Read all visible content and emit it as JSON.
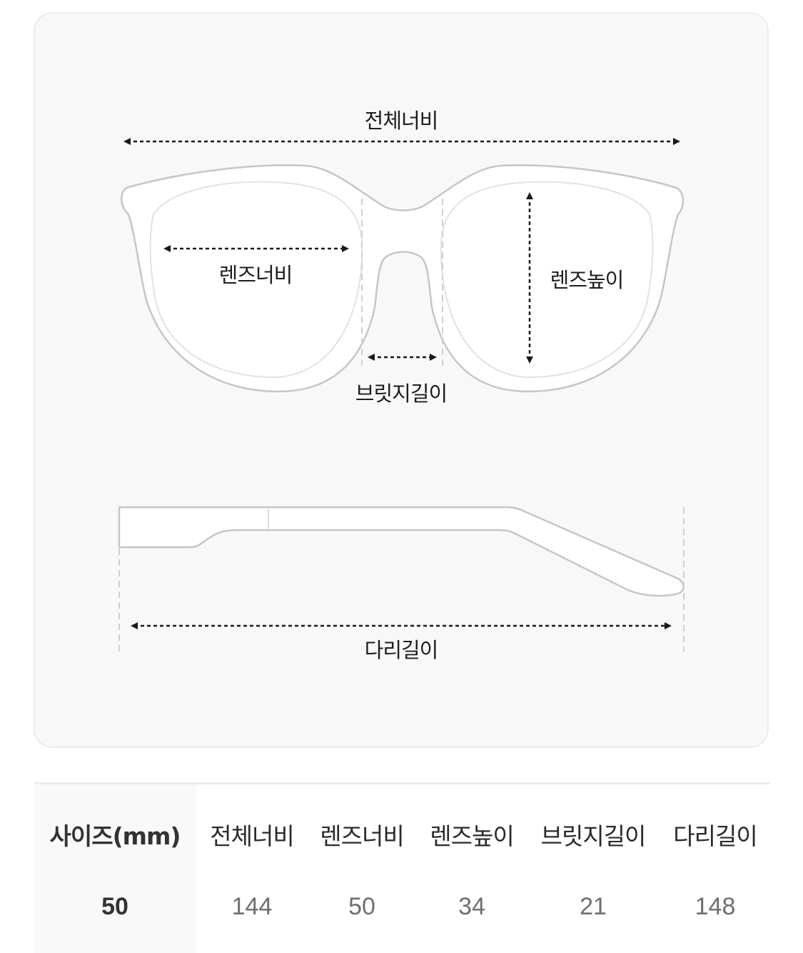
{
  "diagram": {
    "labels": {
      "total_width": "전체너비",
      "lens_width": "렌즈너비",
      "lens_height": "렌즈높이",
      "bridge_length": "브릿지길이",
      "temple_length": "다리길이"
    },
    "colors": {
      "card_background": "#f8f8f8",
      "card_border": "#ececec",
      "frame_stroke": "#c8c8c8",
      "arrow": "#1a1a1a"
    }
  },
  "size_table": {
    "headers": [
      "사이즈(mm)",
      "전체너비",
      "렌즈너비",
      "렌즈높이",
      "브릿지길이",
      "다리길이"
    ],
    "rows": [
      [
        "50",
        "144",
        "50",
        "34",
        "21",
        "148"
      ]
    ]
  }
}
